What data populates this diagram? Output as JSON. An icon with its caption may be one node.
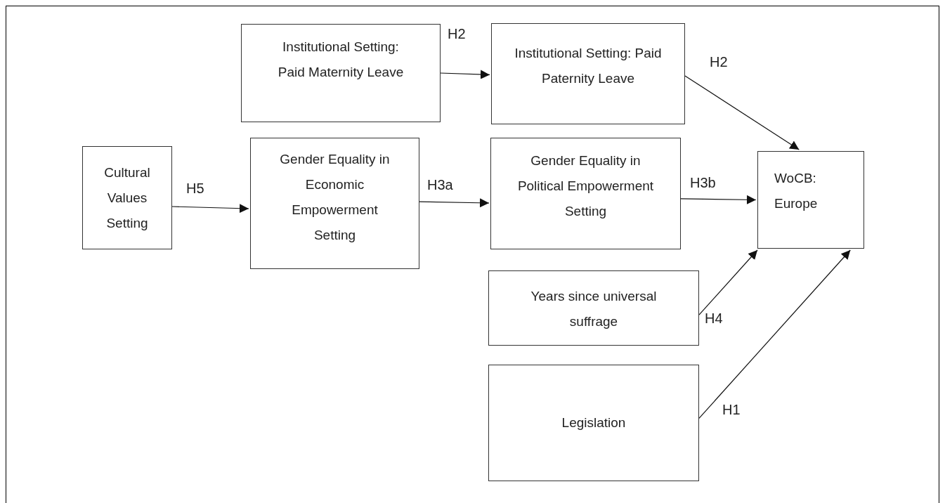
{
  "diagram": {
    "nodes": [
      {
        "text": [
          "Institutional Setting: Paid Maternity Leave"
        ]
      },
      {
        "text": [
          "Institutional Setting: Paid Paternity Leave"
        ]
      },
      {
        "text": [
          "Cultural Values Setting"
        ]
      },
      {
        "text": [
          "Gender Equality in Economic Empowerment Setting"
        ]
      },
      {
        "text": [
          "Gender Equality in Political Empowerment Setting"
        ]
      },
      {
        "text": [
          "WoCB: Europe"
        ]
      },
      {
        "text": [
          "Years since universal suffrage"
        ]
      },
      {
        "text": [
          "Legislation"
        ]
      }
    ],
    "edges": [
      {
        "from": 0,
        "to": 1,
        "arrow": "to",
        "label": "H2"
      },
      {
        "from": 1,
        "to": 5,
        "arrow": "to",
        "label": "H2"
      },
      {
        "from": 2,
        "to": 3,
        "arrow": "to",
        "label": "H5"
      },
      {
        "from": 3,
        "to": 4,
        "arrow": "to",
        "label": "H3a"
      },
      {
        "from": 4,
        "to": 5,
        "arrow": "to",
        "label": "H3b"
      },
      {
        "from": 6,
        "to": 5,
        "arrow": "to",
        "label": "H4"
      },
      {
        "from": 7,
        "to": 5,
        "arrow": "to",
        "label": "H1"
      }
    ]
  }
}
